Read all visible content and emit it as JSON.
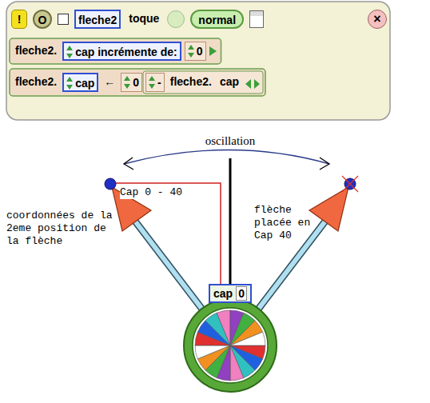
{
  "diagram": {
    "nodes": [
      {
        "text": [
          "fleche2"
        ]
      },
      {
        "text": [
          "normal"
        ]
      },
      {
        "text": [
          "fleche2."
        ]
      },
      {
        "text": [
          "cap incrémente de:"
        ]
      },
      {
        "text": [
          "0"
        ]
      },
      {
        "text": [
          "fleche2."
        ]
      },
      {
        "text": [
          "cap"
        ]
      },
      {
        "text": [
          "0"
        ]
      },
      {
        "text": [
          "fleche2."
        ]
      },
      {
        "text": [
          "cap"
        ]
      },
      {
        "text": [
          "cap",
          "0"
        ]
      }
    ],
    "labels": [
      "!",
      "O",
      "toque",
      "×",
      "←",
      "-",
      "oscillation",
      "Cap 0 - 40",
      "coordonnées de la 2eme position de la flèche",
      "flèche placée en Cap 40"
    ]
  }
}
